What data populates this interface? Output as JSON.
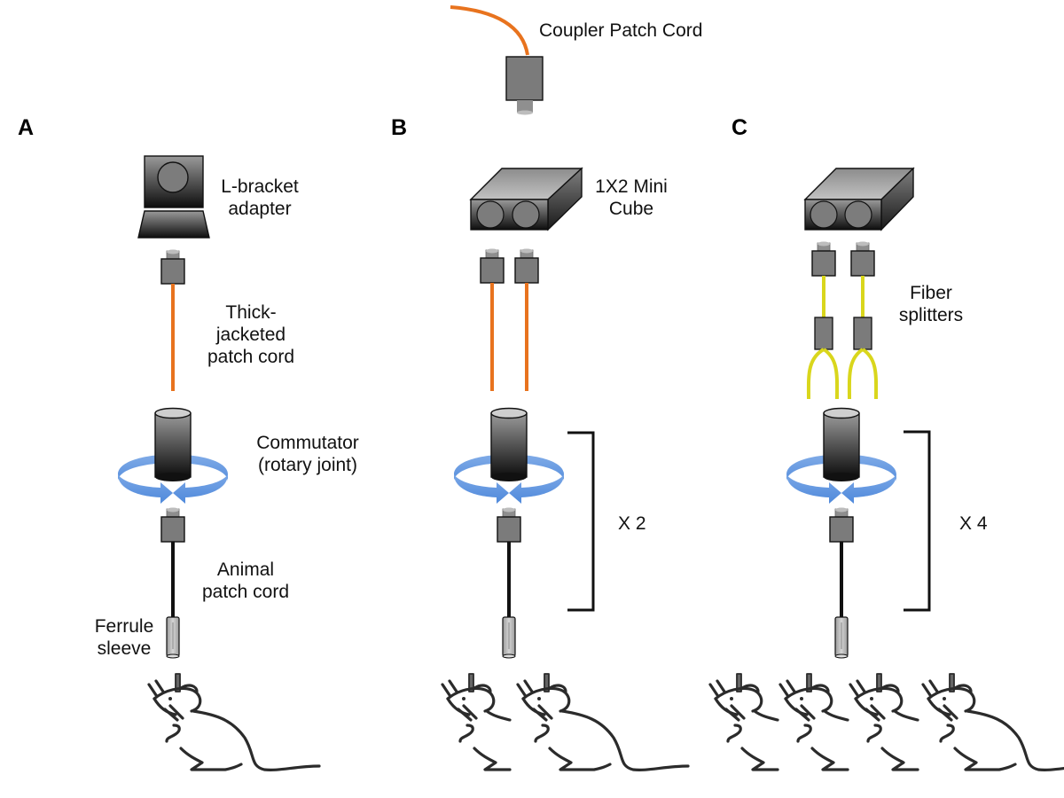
{
  "figure": {
    "top": {
      "coupler_label": "Coupler Patch Cord"
    },
    "panels": [
      {
        "letter": "A",
        "labels": {
          "adapter": [
            "L-bracket",
            "adapter"
          ],
          "patch_cord": [
            "Thick-",
            "jacketed",
            "patch cord"
          ],
          "commutator": [
            "Commutator",
            "(rotary joint)"
          ],
          "animal_cord": [
            "Animal",
            "patch cord"
          ],
          "ferrule": [
            "Ferrule",
            "sleeve"
          ]
        },
        "mice": 1
      },
      {
        "letter": "B",
        "labels": {
          "cube": [
            "1X2 Mini",
            "Cube"
          ],
          "multiplier": "X 2"
        },
        "mice": 2
      },
      {
        "letter": "C",
        "labels": {
          "splitters": [
            "Fiber",
            "splitters"
          ],
          "multiplier": "X 4"
        },
        "mice": 4
      }
    ],
    "colors": {
      "orange_fiber": "#e8731e",
      "yellow_fiber": "#d9d61c",
      "arrow_blue": "#5b95e5",
      "connector_gray": "#7a7a7a",
      "dark": "#111111"
    }
  }
}
